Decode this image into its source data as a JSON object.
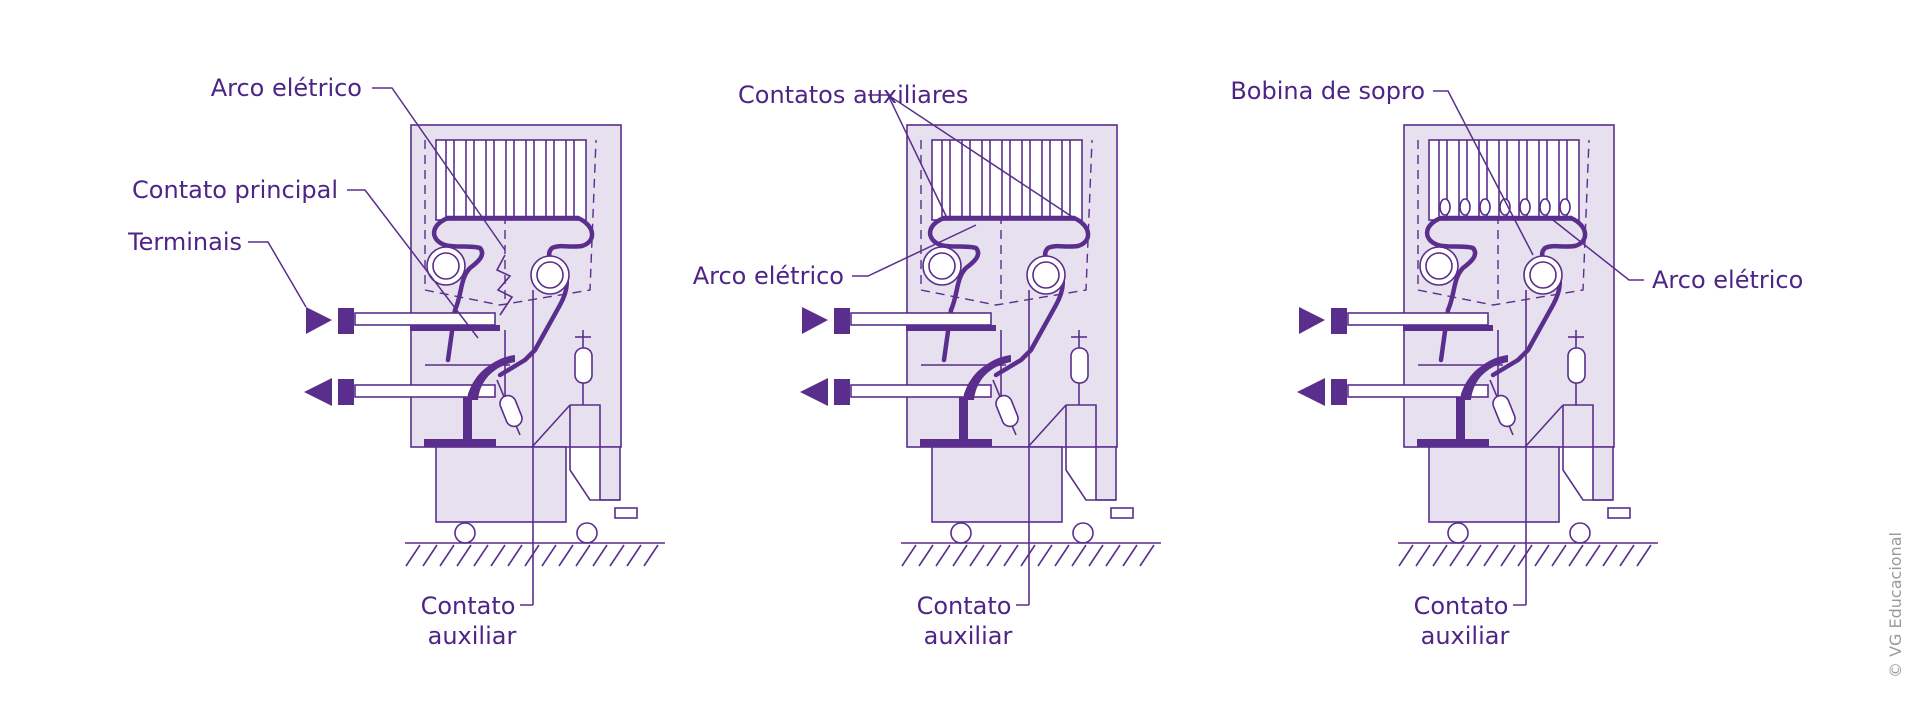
{
  "colors": {
    "accent": "#5a2e8c",
    "panel_fill": "#e7e0ee",
    "label": "#4f2487",
    "copyright": "#9a9a9a"
  },
  "panels": [
    {
      "labels": {
        "arco": "Arco elétrico",
        "principal": "Contato principal",
        "terminais": "Terminais",
        "aux_line1": "Contato",
        "aux_line2": "auxiliar"
      }
    },
    {
      "labels": {
        "contatos_aux": "Contatos auxiliares",
        "arco": "Arco elétrico",
        "aux_line1": "Contato",
        "aux_line2": "auxiliar"
      }
    },
    {
      "labels": {
        "bobina": "Bobina de sopro",
        "arco": "Arco elétrico",
        "aux_line1": "Contato",
        "aux_line2": "auxiliar"
      }
    }
  ],
  "copyright": "© VG Educacional"
}
